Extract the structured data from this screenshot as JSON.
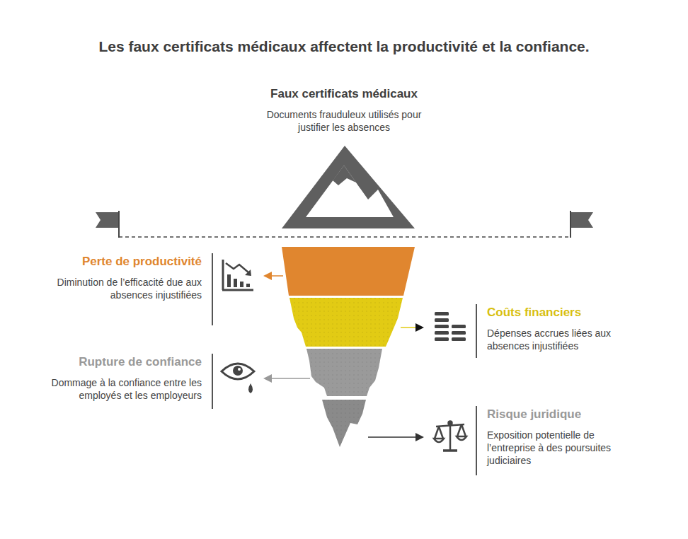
{
  "diagram": {
    "title": "Les faux certificats médicaux affectent la productivité et la confiance.",
    "nodes": [
      {
        "text": [
          "Faux certificats médicaux",
          "Documents frauduleux utilisés pour justifier les absences"
        ]
      },
      {
        "text": [
          "Perte de productivité",
          "Diminution de l’efficacité due aux absences injustifiées"
        ]
      },
      {
        "text": [
          "Coûts financiers",
          "Dépenses accrues liées aux absences injustifiées"
        ]
      },
      {
        "text": [
          "Rupture de confiance",
          "Dommage à la confiance entre les employés et les employeurs"
        ]
      },
      {
        "text": [
          "Risque juridique",
          "Exposition potentielle de l’entreprise à des poursuites judiciaires"
        ]
      }
    ]
  }
}
